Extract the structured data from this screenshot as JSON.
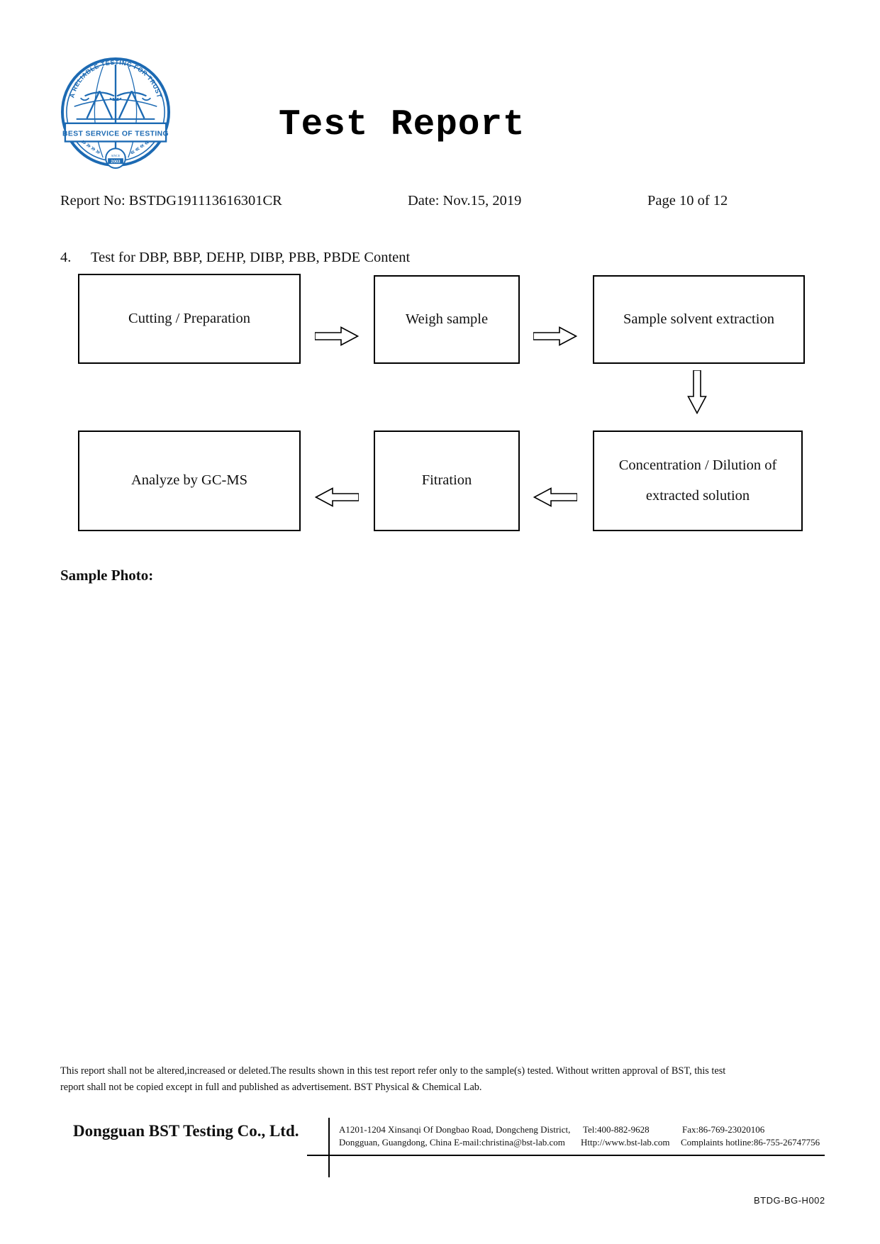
{
  "logo": {
    "arc_text": "A RELIABLE TESTING FOR TRUST",
    "banner_text": "BEST SERVICE OF TESTING",
    "since_label": "SINCE",
    "since_year": "2003",
    "left_laurel": "»»»»",
    "right_laurel": "««««",
    "color": "#1c6ab3"
  },
  "header": {
    "title": "Test Report",
    "report_no": "Report No: BSTDG191113616301CR",
    "date": "Date: Nov.15, 2019",
    "page": "Page 10 of 12"
  },
  "section": {
    "number": "4.",
    "title": "Test for DBP, BBP, DEHP, DIBP, PBB, PBDE Content"
  },
  "flowchart": {
    "step_cutting": "Cutting / Preparation",
    "step_weigh": "Weigh sample",
    "step_extraction": "Sample solvent extraction",
    "step_concentration_line1": "Concentration / Dilution of",
    "step_concentration_line2": "extracted solution",
    "step_filtration": "Fitration",
    "step_analyze": "Analyze by GC-MS"
  },
  "sample_photo": {
    "label": "Sample Photo:"
  },
  "disclaimer": {
    "line1": "This report shall not be altered,increased or deleted.The results shown in this test report refer only to the sample(s) tested. Without written approval of BST, this test",
    "line2": "report shall not be copied except in full and published as advertisement. BST Physical & Chemical Lab."
  },
  "footer": {
    "company": "Dongguan BST Testing Co., Ltd.",
    "address_line1": "A1201-1204 Xinsanqi Of Dongbao Road, Dongcheng District,",
    "address_line2": "Dongguan, Guangdong, China E-mail:christina@bst-lab.com",
    "tel": "Tel:400-882-9628",
    "fax": "Fax:86-769-23020106",
    "website": "Http://www.bst-lab.com",
    "complaints": "Complaints hotline:86-755-26747756",
    "doc_code": "BTDG-BG-H002"
  }
}
